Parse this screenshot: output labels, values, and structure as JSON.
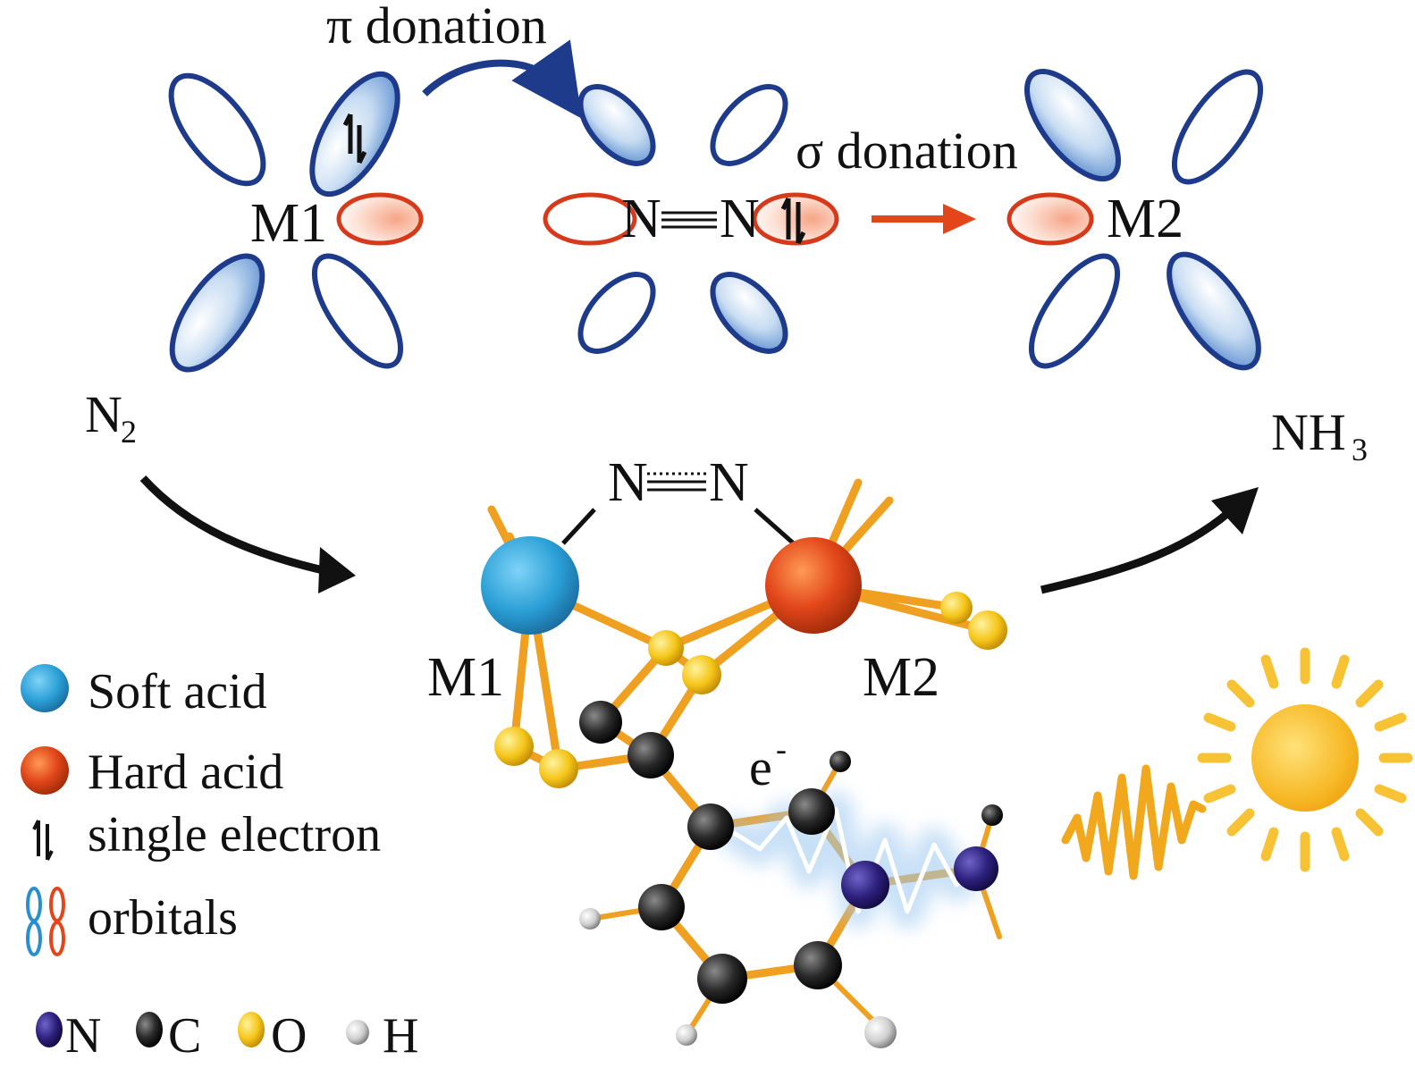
{
  "top_scheme": {
    "pi_label": "π donation",
    "sigma_label": "σ donation",
    "m1": "M1",
    "m2": "M2",
    "n_left": "N",
    "n_right": "N"
  },
  "middle": {
    "n2_main": "N",
    "n2_sub": "2",
    "nh3_main": "NH",
    "nh3_sub": "3",
    "nn_left": "N",
    "nn_right": "N",
    "m1": "M1",
    "m2": "M2",
    "electron_main": "e",
    "electron_sup": "-"
  },
  "legend": {
    "soft_acid": "Soft acid",
    "hard_acid": "Hard acid",
    "single_electron": "single electron",
    "orbitals": "orbitals"
  },
  "atom_legend": {
    "n": "N",
    "c": "C",
    "o": "O",
    "h": "H"
  },
  "colors": {
    "orbital_blue": "#1e3a8a",
    "orbital_red": "#d63a1a",
    "soft_acid": "#2a9fd6",
    "hard_acid": "#e2461a",
    "bond": "#f0a020",
    "oxygen": "#f5c518",
    "carbon": "#2a2a2a",
    "nitrogen": "#2b1f7a",
    "hydrogen": "#cfcfcf",
    "sun": "#f7b825"
  }
}
